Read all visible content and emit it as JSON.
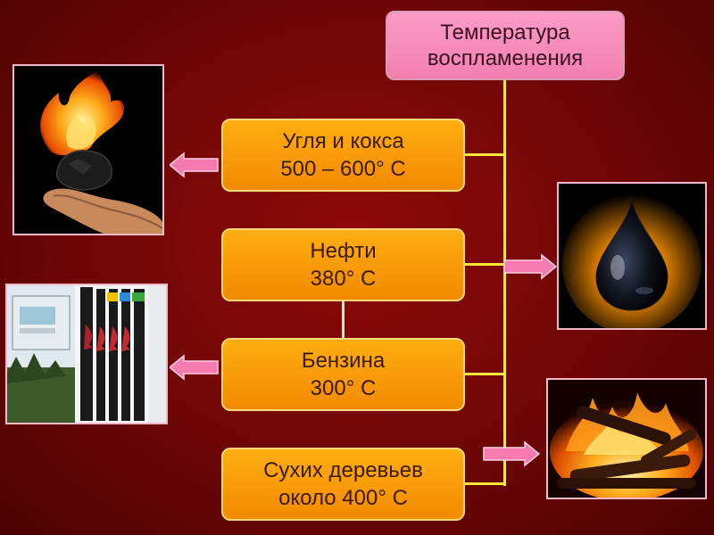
{
  "title": {
    "line1": "Температура",
    "line2": "воспламенения"
  },
  "items": [
    {
      "line1": "Угля и кокса",
      "line2": "500 – 600° С"
    },
    {
      "line1": "Нефти",
      "line2": "380° С"
    },
    {
      "line1": "Бензина",
      "line2": "300° С"
    },
    {
      "line1": "Сухих деревьев",
      "line2": "около 400° С"
    }
  ],
  "colors": {
    "background": "#6e0606",
    "title_box": "#f27fb0",
    "item_box": "#ffa00a",
    "connector": "#ffe63a",
    "arrow": "#f47ab0"
  },
  "images": [
    "coal-in-flames-photo",
    "oil-drop-photo",
    "gas-pump-photo",
    "campfire-photo"
  ]
}
